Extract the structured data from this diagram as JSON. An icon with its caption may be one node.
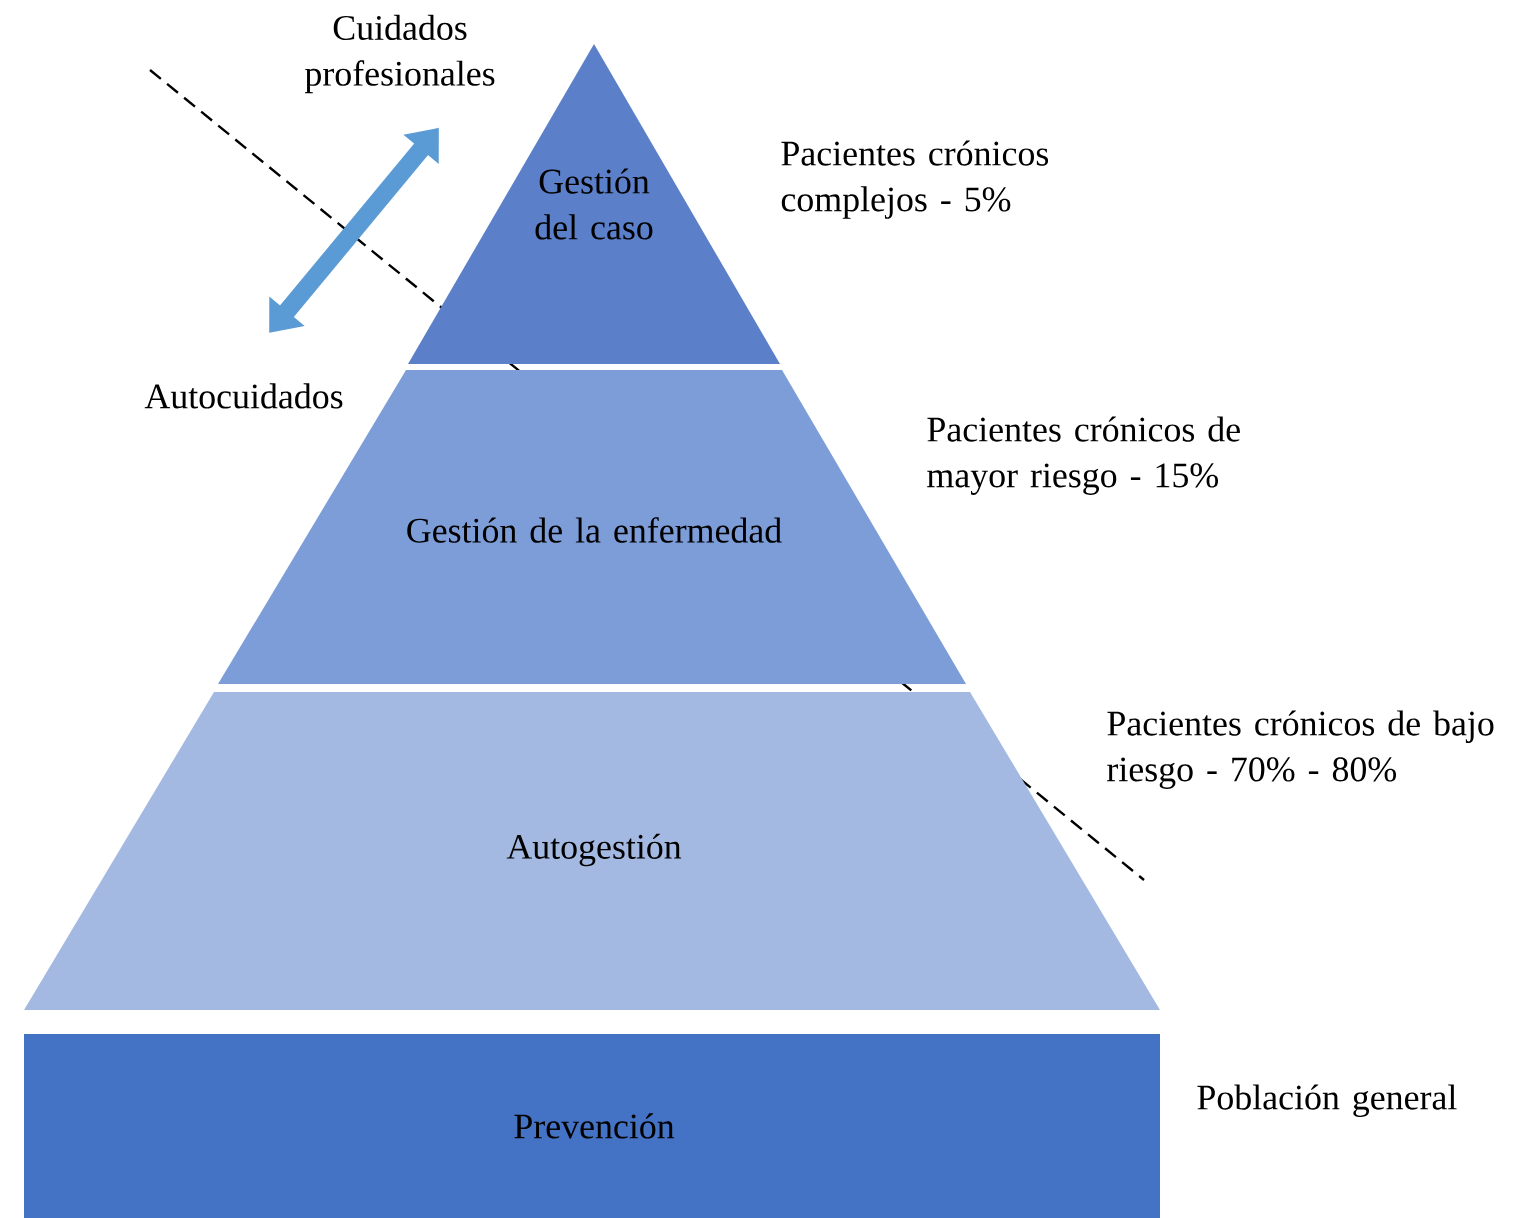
{
  "diagram": {
    "nodes": [
      {
        "text": [
          "Gestión del caso"
        ],
        "beside": [
          "Pacientes crónicos complejos - 5%"
        ]
      },
      {
        "text": [
          "Gestión de la enfermedad"
        ],
        "beside": [
          "Pacientes crónicos de mayor riesgo - 15%"
        ]
      },
      {
        "text": [
          "Autogestión"
        ],
        "beside": [
          "Pacientes crónicos de bajo riesgo - 70% - 80%"
        ]
      },
      {
        "text": [
          "Prevención"
        ],
        "beside": [
          "Población general"
        ]
      },
      {
        "text": [
          "Cuidados profesionales"
        ]
      },
      {
        "text": [
          "Autocuidados"
        ]
      }
    ],
    "edges": [
      {
        "from": 4,
        "to": 5,
        "arrow": "both"
      }
    ]
  }
}
